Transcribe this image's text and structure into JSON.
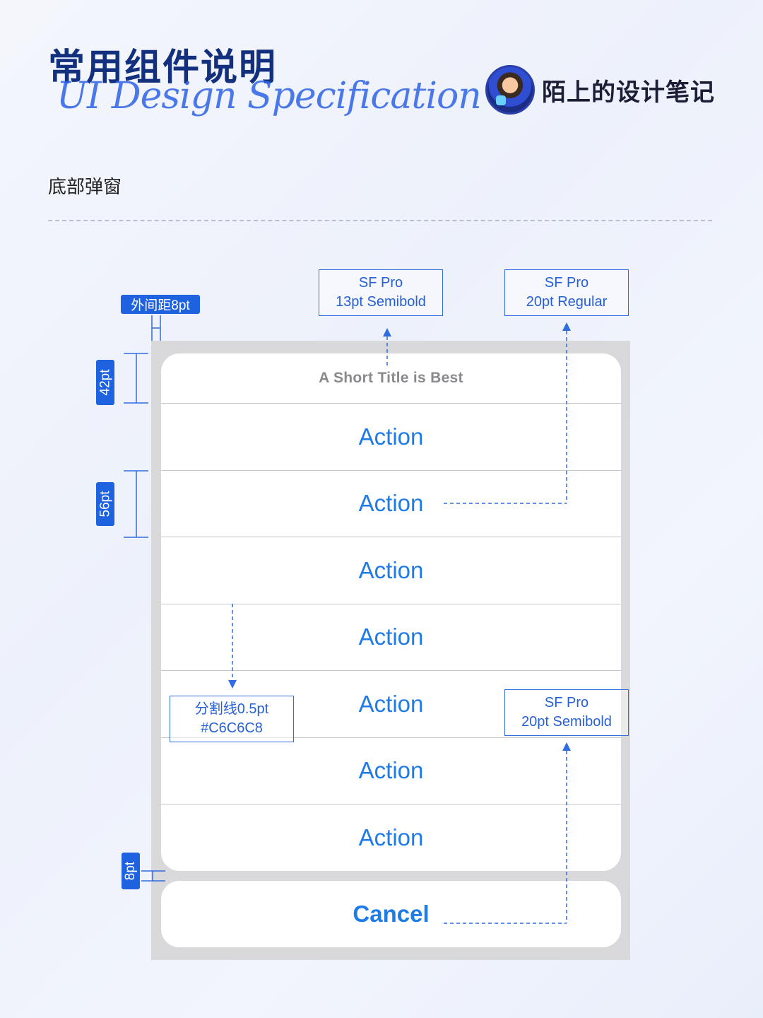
{
  "header": {
    "title": "常用组件说明",
    "subtitle": "UI Design Specification",
    "brand_name": "陌上的设计笔记"
  },
  "section": {
    "title": "底部弹窗"
  },
  "annotations": {
    "title_font": {
      "line1": "SF Pro",
      "line2": "13pt  Semibold"
    },
    "action_font": {
      "line1": "SF Pro",
      "line2": "20pt  Regular"
    },
    "cancel_font": {
      "line1": "SF Pro",
      "line2": "20pt  Semibold"
    },
    "separator": {
      "line1": "分割线0.5pt",
      "line2": "#C6C6C8"
    },
    "outer_margin": "外间距8pt",
    "title_height": "42pt",
    "row_height": "56pt",
    "gap": "8pt"
  },
  "sheet": {
    "title": "A Short Title is Best",
    "actions": [
      "Action",
      "Action",
      "Action",
      "Action",
      "Action",
      "Action",
      "Action"
    ],
    "cancel_label": "Cancel"
  },
  "colors": {
    "accent": "#1F7BE6",
    "annotation_blue": "#2F6CE0",
    "separator": "#C6C6C8",
    "sheet_background": "#D9D9DB",
    "title_gray": "#8A8A8E"
  }
}
